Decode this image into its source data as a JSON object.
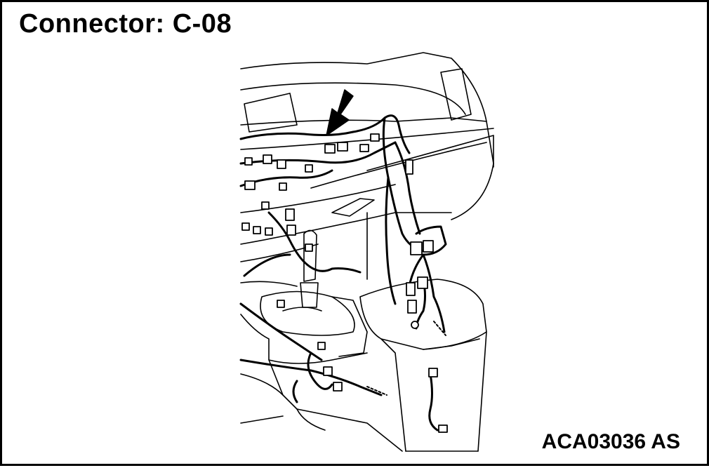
{
  "figure": {
    "title": "Connector: C-08",
    "code": "ACA03036 AS",
    "colors": {
      "line": "#000000",
      "background": "#ffffff"
    },
    "callout": "arrow-pointing-to-connector"
  }
}
